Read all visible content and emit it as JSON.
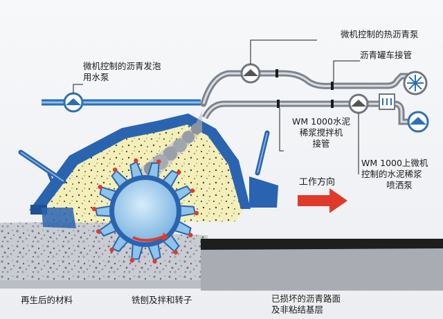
{
  "labels": {
    "foam_pump_line1": "微机控制的沥青发泡",
    "foam_pump_line2": "用水泵",
    "heated_asphalt_pump": "微机控制的热沥青泵",
    "tanker_connection": "沥青罐车接管",
    "cement_mix_line1": "WM 1000水泥",
    "cement_mix_line2": "稀浆搅拌机",
    "cement_mix_line3": "接管",
    "spray_pump_line1": "WM 1000上微机",
    "spray_pump_line2": "控制的水泥稀浆",
    "spray_pump_line3": "喷洒泵",
    "direction": "工作方向",
    "recycled_material": "再生后的材料",
    "milling_rotor": "铣刨及拌和转子",
    "damaged_line1": "已损坏的沥青路面",
    "damaged_line2": "及非粘结基层"
  },
  "colors": {
    "pipe_blue": "#2d6fb7",
    "hood_blue": "#2a64b0",
    "foam_yellow": "#f4efb8",
    "drum_blue": "#8ec3ea",
    "arrow_red": "#e03a2a",
    "road_black": "#1e1e1e"
  }
}
